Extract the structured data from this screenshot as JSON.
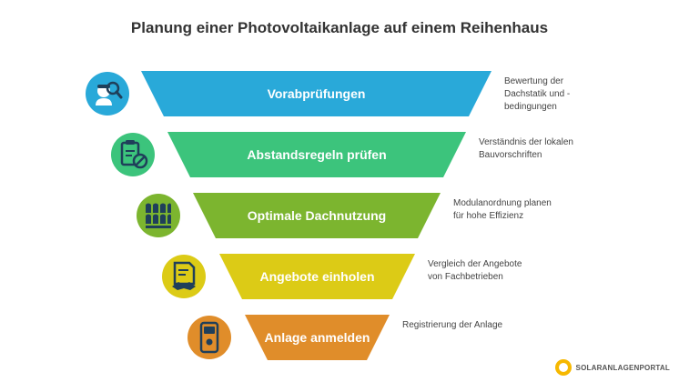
{
  "title": "Planung einer Photovoltaikanlage auf einem Reihenhaus",
  "steps": [
    {
      "label": "Vorabprüfungen",
      "description": "Bewertung der\nDachstatik und -\nbedingungen",
      "color": "#29a9d9",
      "icon": "inspection-worker-icon"
    },
    {
      "label": "Abstandsregeln prüfen",
      "description": "Verständnis der lokalen\nBauvorschriften",
      "color": "#3cc47c",
      "icon": "clipboard-prohibited-icon"
    },
    {
      "label": "Optimale Dachnutzung",
      "description": "Modulanordnung planen\nfür hohe Effizienz",
      "color": "#7cb52f",
      "icon": "solar-panel-icon"
    },
    {
      "label": "Angebote einholen",
      "description": "Vergleich der Angebote\nvon Fachbetrieben",
      "color": "#dccb16",
      "icon": "document-handshake-icon"
    },
    {
      "label": "Anlage anmelden",
      "description": "Registrierung der Anlage",
      "color": "#e08d2a",
      "icon": "meter-device-icon"
    }
  ],
  "brand": {
    "name": "SOLARANLAGENPORTAL",
    "accent": "#f6b800"
  }
}
